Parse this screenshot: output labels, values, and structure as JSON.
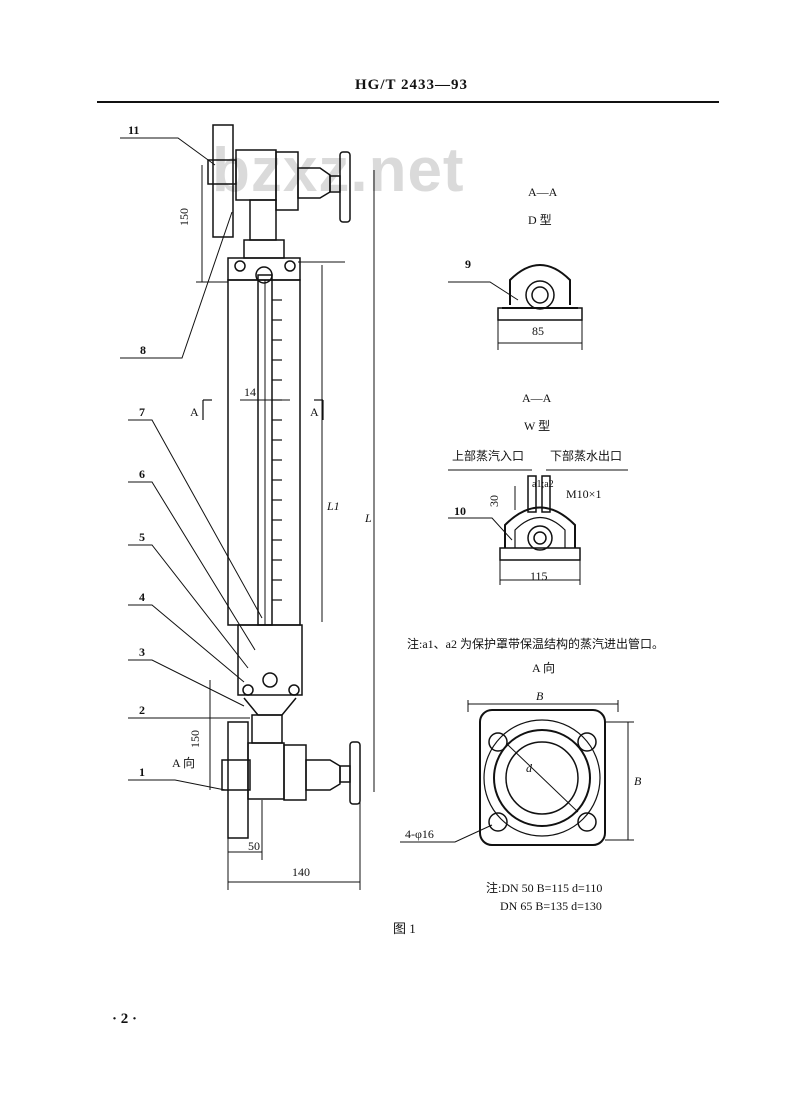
{
  "header": {
    "standard_code": "HG/T  2433—93"
  },
  "watermark": {
    "text": "bzxz.net"
  },
  "main_view": {
    "part_numbers": [
      "11",
      "8",
      "7",
      "6",
      "5",
      "4",
      "3",
      "2",
      "1"
    ],
    "dim_top_150": "150",
    "dim_bottom_150": "150",
    "dim_14": "14",
    "dim_L1": "L1",
    "dim_L": "L",
    "dim_50": "50",
    "dim_140": "140",
    "section_mark_left": "A",
    "section_mark_right": "A",
    "view_arrow_label": "A 向"
  },
  "section_d": {
    "title": "A—A",
    "subtitle": "D 型",
    "part": "9",
    "width": "85"
  },
  "section_w": {
    "title": "A—A",
    "subtitle": "W 型",
    "inlet_label": "上部蒸汽入口",
    "outlet_label": "下部蒸水出口",
    "a_label": "a1;a2",
    "thread": "M10×1",
    "dim_30": "30",
    "part": "10",
    "width": "115"
  },
  "note_top": "注:a1、a2 为保护罩带保温结构的蒸汽进出管口。",
  "view_a": {
    "title": "A 向",
    "dim_B": "B",
    "dim_B_side": "B",
    "dim_d": "d",
    "holes_label": "4-φ16"
  },
  "note_bottom": {
    "line1": "注:DN 50   B=115   d=110",
    "line2": "DN 65   B=135   d=130"
  },
  "figure_caption": "图  1",
  "page_number": "· 2 ·"
}
